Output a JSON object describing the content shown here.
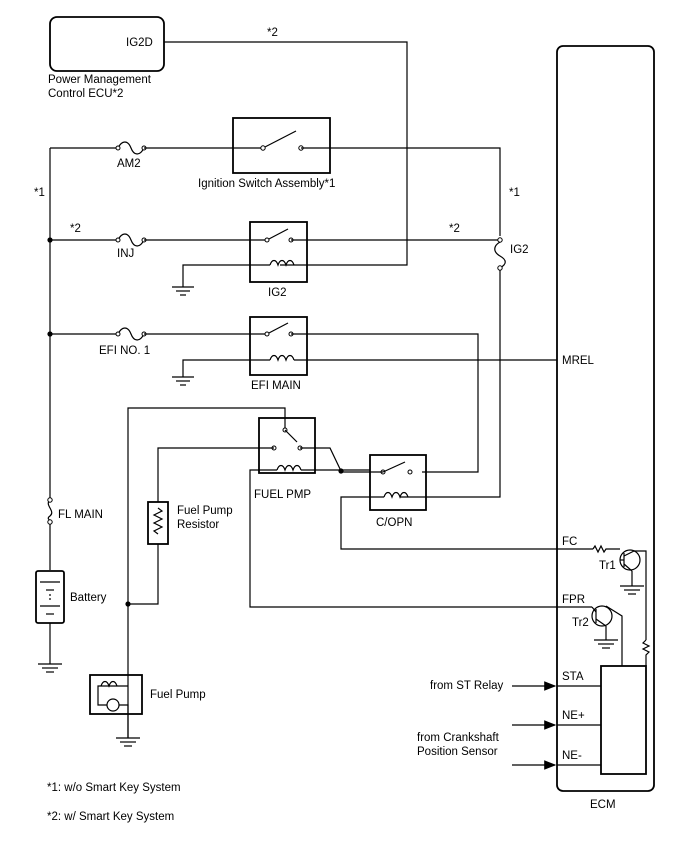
{
  "components": {
    "power_mgmt_ecu_line1": "Power Management",
    "power_mgmt_ecu_line2": "Control ECU*2",
    "ig2d": "IG2D",
    "ignition_switch": "Ignition Switch Assembly*1",
    "am2": "AM2",
    "inj": "INJ",
    "ig2_relay": "IG2",
    "ig2_fuse": "IG2",
    "efi_no1": "EFI NO. 1",
    "efi_main": "EFI MAIN",
    "fuel_pmp": "FUEL PMP",
    "c_opn": "C/OPN",
    "fl_main": "FL MAIN",
    "fuel_pump_resistor_line1": "Fuel Pump",
    "fuel_pump_resistor_line2": "Resistor",
    "battery": "Battery",
    "fuel_pump": "Fuel Pump",
    "ecm": "ECM"
  },
  "marks": {
    "star1": "*1",
    "star2": "*2"
  },
  "terminals": {
    "mrel": "MREL",
    "fc": "FC",
    "fpr": "FPR",
    "sta": "STA",
    "ne_plus": "NE+",
    "ne_minus": "NE-",
    "tr1": "Tr1",
    "tr2": "Tr2"
  },
  "inputs": {
    "st_relay": "from ST Relay",
    "crank_line1": "from Crankshaft",
    "crank_line2": "Position Sensor"
  },
  "footnotes": {
    "note1": "*1: w/o Smart Key System",
    "note2": "*2: w/ Smart Key System"
  }
}
